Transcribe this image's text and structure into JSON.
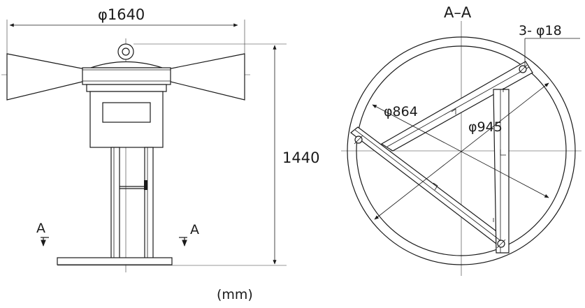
{
  "side_view": {
    "width_dim": "φ1640",
    "height_dim": "1440",
    "section_mark_left": "A",
    "section_mark_right": "A"
  },
  "section_view": {
    "title": "A–A",
    "hole_dim": "3- φ18",
    "inner_dia": "φ864",
    "outer_dia": "φ945"
  },
  "units": "(mm)"
}
